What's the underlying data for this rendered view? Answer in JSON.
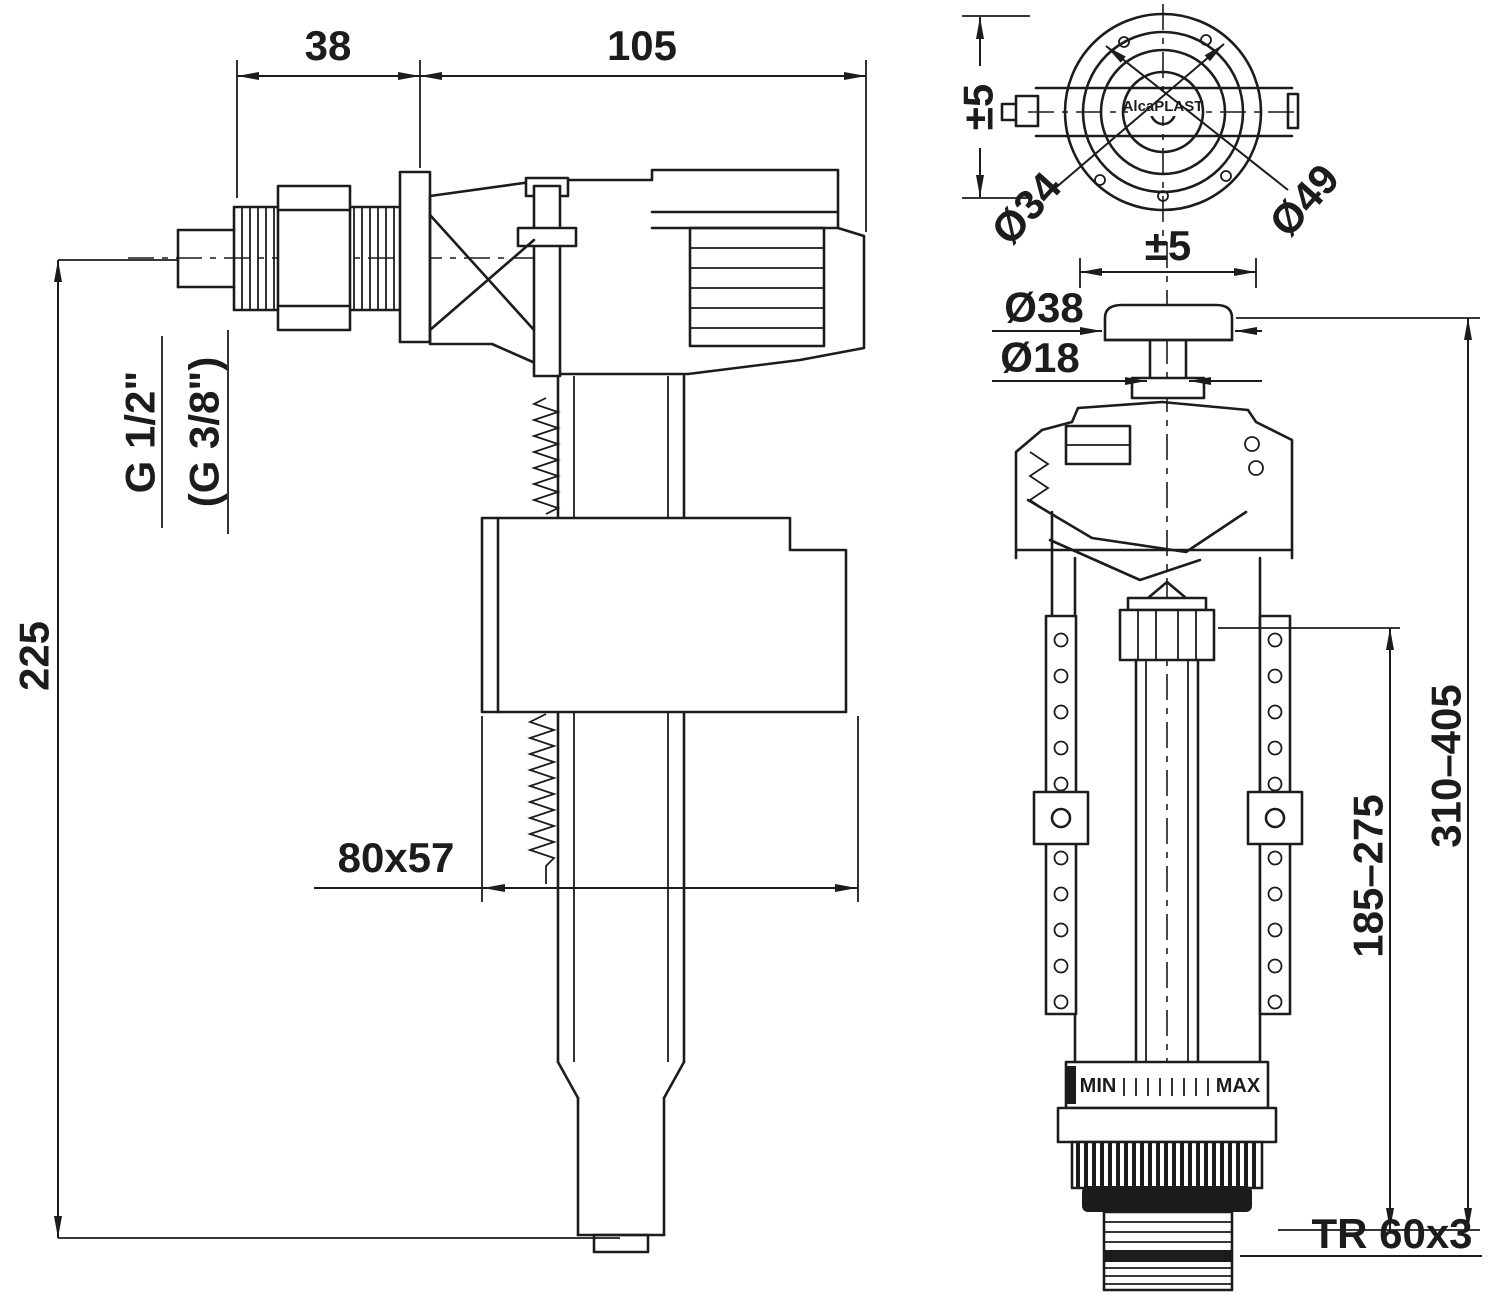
{
  "diagram": {
    "background": "#ffffff",
    "ink_color": "#1c1c1c"
  },
  "fill_valve_view": {
    "dim_top_left": "38",
    "dim_top_right": "105",
    "thread_primary": "G 1/2\"",
    "thread_alt": "(G 3/8\")",
    "dim_height": "225",
    "dim_float": "80x57"
  },
  "flush_valve_top_view": {
    "dim_side_tolerance": "±5",
    "dia_inner": "Ø34",
    "dia_outer": "Ø49",
    "brand": "AlcaPLAST"
  },
  "flush_valve_front_view": {
    "dim_button_tolerance": "±5",
    "dia_button": "Ø38",
    "dia_stem": "Ø18",
    "dim_inner_range": "185–275",
    "dim_total_range": "310–405",
    "thread_bottom": "TR 60x3",
    "scale_min": "MIN",
    "scale_max": "MAX"
  }
}
